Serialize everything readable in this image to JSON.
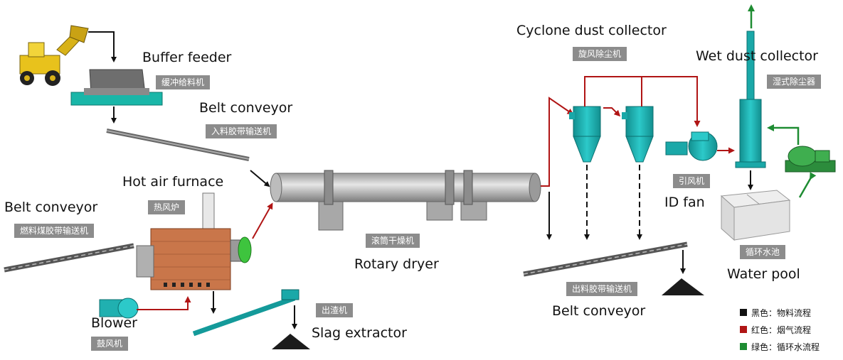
{
  "colors": {
    "material": "#111111",
    "flue_gas": "#b01515",
    "water": "#1e8c32",
    "equipment_teal": "#1fb3b3",
    "label_bg": "#8c8c8c"
  },
  "labels": {
    "buffer_feeder": {
      "en": "Buffer feeder",
      "cn": "缓冲给料机"
    },
    "belt_conveyor_in": {
      "en": "Belt conveyor",
      "cn": "入料胶带输送机"
    },
    "hot_air_furnace": {
      "en": "Hot air furnace",
      "cn": "热风炉"
    },
    "belt_conveyor_coal": {
      "en": "Belt conveyor",
      "cn": "燃料煤胶带输送机"
    },
    "blower": {
      "en": "Blower",
      "cn": "鼓风机"
    },
    "slag_extractor": {
      "en": "Slag extractor",
      "cn": "出渣机"
    },
    "rotary_dryer": {
      "en": "Rotary dryer",
      "cn": "滚筒干燥机"
    },
    "cyclone": {
      "en": "Cyclone dust collector",
      "cn": "旋风除尘机"
    },
    "wet_dust": {
      "en": "Wet dust collector",
      "cn": "湿式除尘器"
    },
    "id_fan": {
      "en": "ID fan",
      "cn": "引风机"
    },
    "water_pool": {
      "en": "Water pool",
      "cn": "循环水池"
    },
    "belt_conveyor_out": {
      "en": "Belt conveyor",
      "cn": "出料胶带输送机"
    }
  },
  "legend": [
    {
      "text": "黑色：物料流程",
      "color": "#111111",
      "icon": "square-black"
    },
    {
      "text": "红色：烟气流程",
      "color": "#b01515",
      "icon": "square-red"
    },
    {
      "text": "绿色：循环水流程",
      "color": "#1e8c32",
      "icon": "square-green"
    }
  ]
}
